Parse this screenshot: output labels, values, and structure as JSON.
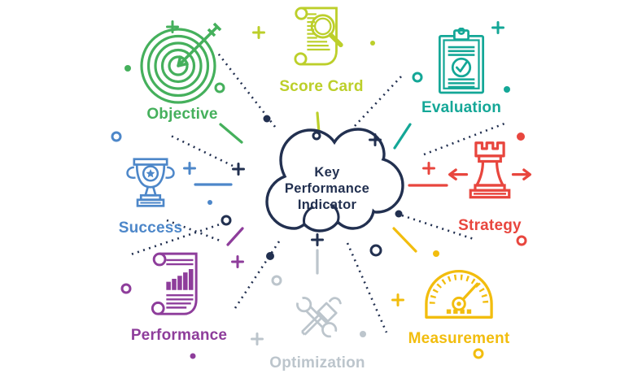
{
  "figure_title": "Key Performance Indicator",
  "cloud": {
    "title_lines": [
      "Key",
      "Performance",
      "Indicator"
    ],
    "outline_color": "#223050"
  },
  "palette": {
    "navy": "#223050",
    "green": "#45b05c",
    "lime": "#bccf2a",
    "teal": "#14a797",
    "blue": "#4d87c9",
    "red": "#e8463e",
    "purple": "#8e3d9b",
    "gray": "#bcc5cc",
    "yellow": "#f2bd0e"
  },
  "nodes": [
    {
      "id": "objective",
      "label": "Objective",
      "color": "#45b05c",
      "icon": "target-arrow-icon",
      "position": "top-left"
    },
    {
      "id": "score-card",
      "label": "Score Card",
      "color": "#bccf2a",
      "icon": "scroll-magnifier-icon",
      "position": "top-center"
    },
    {
      "id": "evaluation",
      "label": "Evaluation",
      "color": "#14a797",
      "icon": "clipboard-check-icon",
      "position": "top-right"
    },
    {
      "id": "success",
      "label": "Success",
      "color": "#4d87c9",
      "icon": "trophy-star-icon",
      "position": "mid-left"
    },
    {
      "id": "strategy",
      "label": "Strategy",
      "color": "#e8463e",
      "icon": "chess-rook-arrows-icon",
      "position": "mid-right"
    },
    {
      "id": "performance",
      "label": "Performance",
      "color": "#8e3d9b",
      "icon": "scroll-bar-chart-icon",
      "position": "bottom-left"
    },
    {
      "id": "optimization",
      "label": "Optimization",
      "color": "#bcc5cc",
      "icon": "crossed-tools-icon",
      "position": "bottom-center"
    },
    {
      "id": "measurement",
      "label": "Measurement",
      "color": "#f2bd0e",
      "icon": "gauge-icon",
      "position": "bottom-right"
    }
  ]
}
